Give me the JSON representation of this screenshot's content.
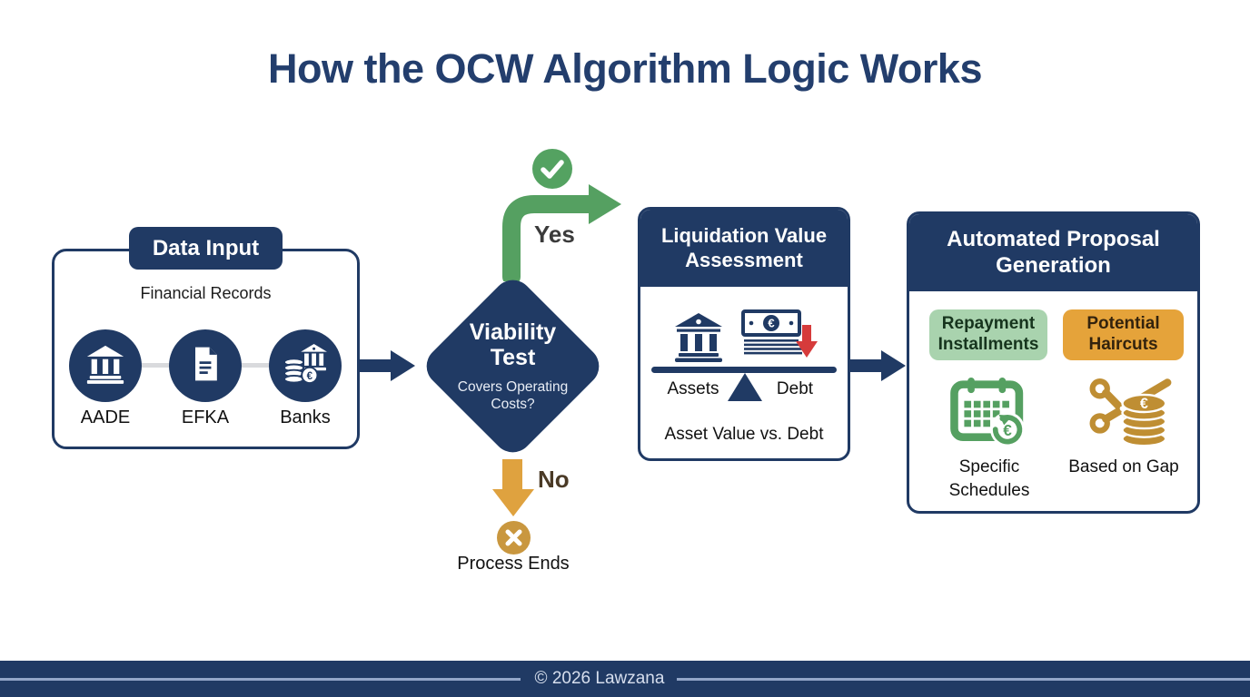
{
  "title": "How the OCW Algorithm Logic Works",
  "data_input": {
    "header": "Data Input",
    "subtitle": "Financial Records",
    "sources": [
      {
        "label": "AADE",
        "icon": "bank-icon"
      },
      {
        "label": "EFKA",
        "icon": "document-icon"
      },
      {
        "label": "Banks",
        "icon": "coins-bank-icon"
      }
    ]
  },
  "viability": {
    "name": "Viability Test",
    "question": "Covers Operating Costs?",
    "yes_label": "Yes",
    "no_label": "No",
    "end_label": "Process Ends"
  },
  "liquidation": {
    "header": "Liquidation Value Assessment",
    "assets_label": "Assets",
    "debt_label": "Debt",
    "caption": "Asset Value vs. Debt"
  },
  "proposal": {
    "header": "Automated Proposal Generation",
    "badge_repayment": "Repayment Installments",
    "badge_haircuts": "Potential Haircuts",
    "caption_schedules": "Specific Schedules",
    "caption_gap": "Based on Gap"
  },
  "footer": {
    "copyright": "© 2026 Lawzana"
  },
  "colors": {
    "navy": "#203a64",
    "green": "#55a061",
    "green_light": "#a9d3ae",
    "orange_arrow": "#dfa23f",
    "orange_badge": "#e5a33a",
    "gold": "#bf8e33",
    "red": "#d63b3b"
  }
}
